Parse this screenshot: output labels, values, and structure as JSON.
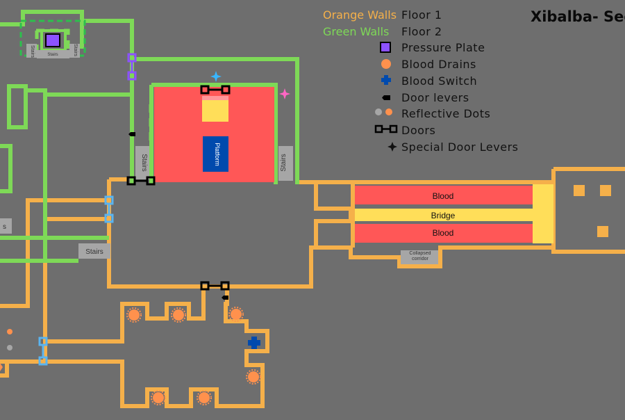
{
  "title": "Xibalba- Sec",
  "legend": {
    "orange_walls": "Orange Walls",
    "floor1": "Floor 1",
    "green_walls": "Green Walls",
    "floor2": "Floor 2",
    "items": [
      {
        "icon": "pressure-plate-icon",
        "label": "Pressure Plate"
      },
      {
        "icon": "blood-drain-icon",
        "label": "Blood Drains"
      },
      {
        "icon": "blood-switch-icon",
        "label": "Blood Switch"
      },
      {
        "icon": "door-lever-icon",
        "label": "Door levers"
      },
      {
        "icon": "reflective-dots-icon",
        "label": "Reflective Dots"
      },
      {
        "icon": "door-icon",
        "label": "Doors"
      },
      {
        "icon": "special-door-lever-icon",
        "label": "Special Door Levers"
      }
    ]
  },
  "labels": {
    "stairs": "Stairs",
    "platform": "Platform",
    "blood": "Blood",
    "bridge": "Bridge",
    "collapsed_corridor": "Collapsed corridor",
    "stairs_partial": "s"
  },
  "colors": {
    "background": "#6e6e6e",
    "orange_wall": "#f5b04a",
    "green_wall": "#7ed957",
    "blood": "#ff5757",
    "bridge": "#ffde59",
    "platform": "#004aad",
    "pressure_plate": "#8c52ff",
    "blood_drain": "#ff914d",
    "blood_switch": "#004aad",
    "door": "#000000",
    "blue_door": "#5ab4f0",
    "purple_door": "#8c52ff",
    "special_lever_blue": "#38b6ff",
    "special_lever_pink": "#ff66c4",
    "stairs_fill": "#a6a6a6"
  }
}
